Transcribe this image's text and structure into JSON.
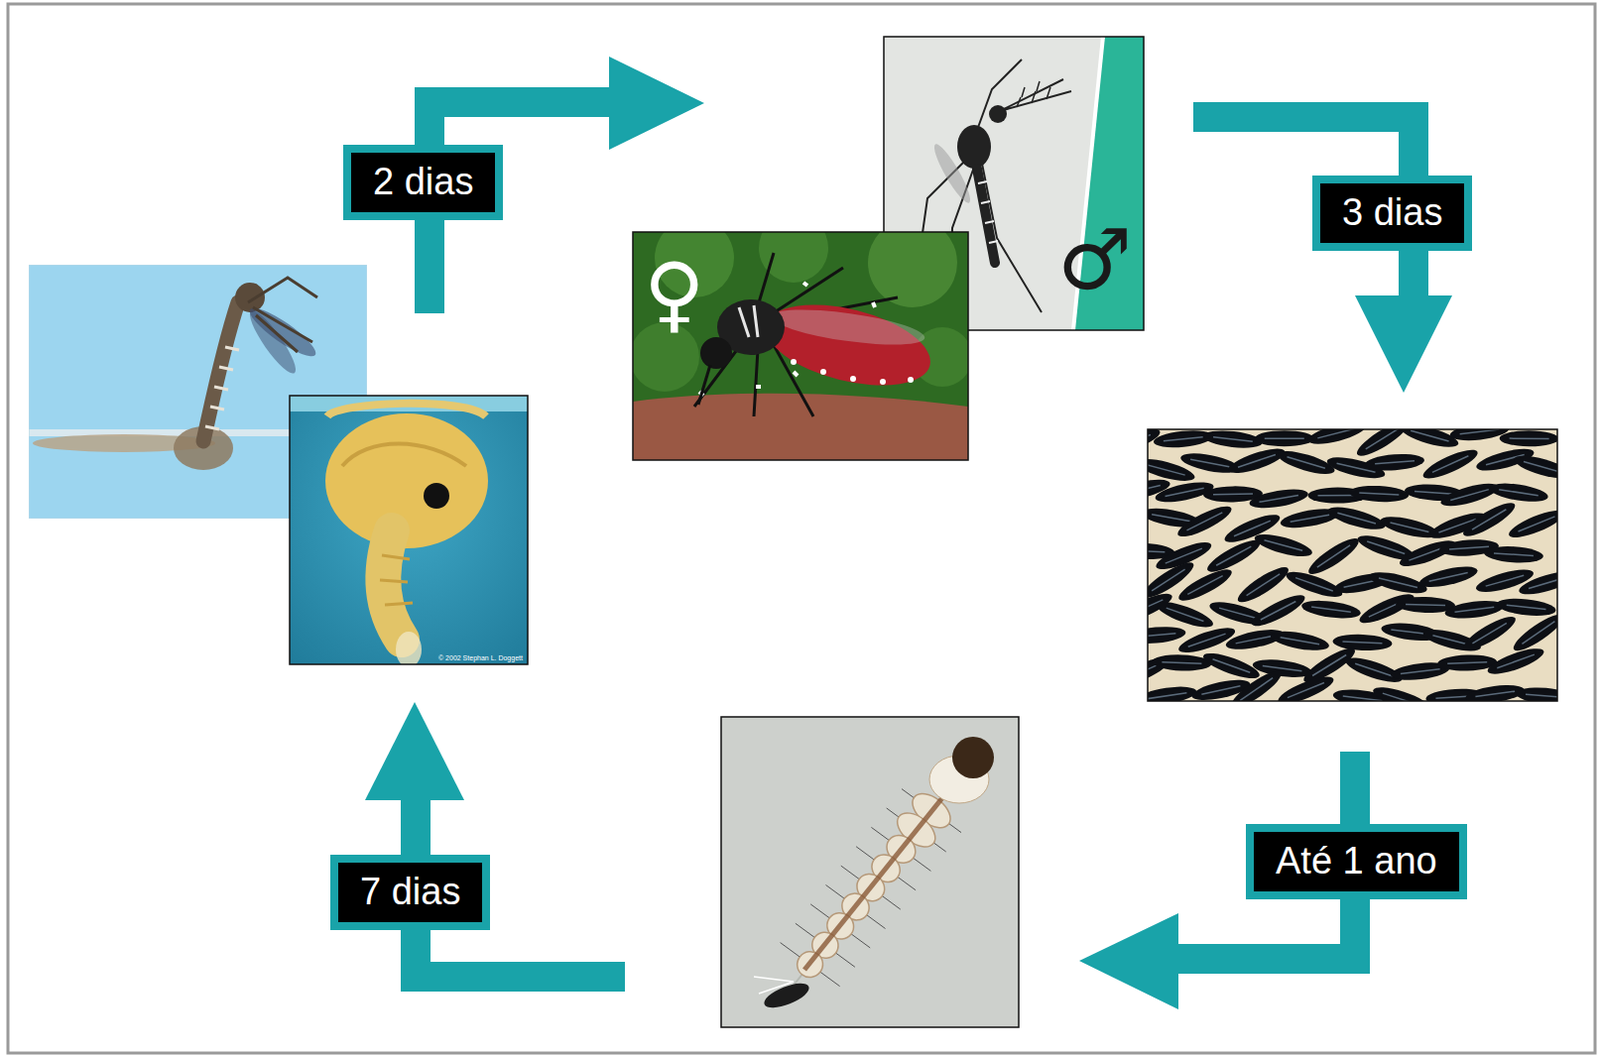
{
  "diagram": {
    "nodes": [
      {
        "text": [
          "2 dias"
        ]
      },
      {
        "text": [
          "3 dias"
        ]
      },
      {
        "text": [
          "Até 1 ano"
        ]
      },
      {
        "text": [
          "7 dias"
        ]
      }
    ],
    "labels": [
      "♀",
      "♂",
      "© 2002 Stephan L. Doggett"
    ]
  }
}
